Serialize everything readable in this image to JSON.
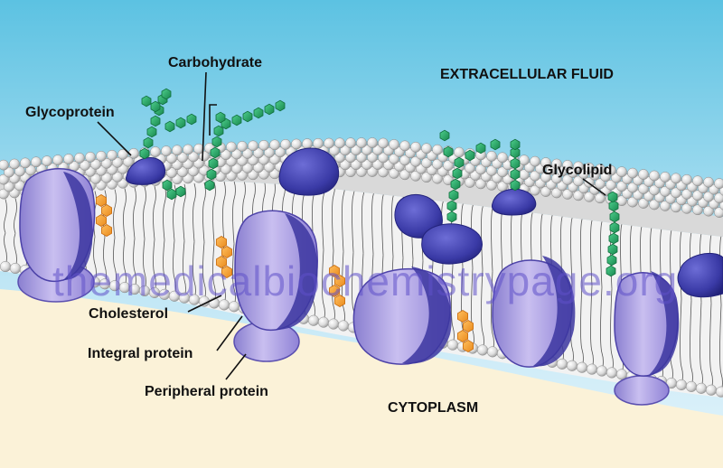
{
  "labels": {
    "carbohydrate": "Carbohydrate",
    "glycoprotein": "Glycoprotein",
    "extracellular_fluid": "EXTRACELLULAR FLUID",
    "glycolipid": "Glycolipid",
    "cholesterol": "Cholesterol",
    "integral_protein": "Integral protein",
    "peripheral_protein": "Peripheral protein",
    "cytoplasm": "CYTOPLASM"
  },
  "watermark": "themedicalbiochemistrypage.org",
  "colors": {
    "extracellular_top": "#6ec9e6",
    "extracellular_bottom": "#d6f0fa",
    "cytoplasm": "#fbf3dc",
    "phospholipid_head": "#e8e8e8",
    "protein_dark": "#3a3aa0",
    "protein_light": "#b3a5e0",
    "carbohydrate": "#2fa86a",
    "cholesterol": "#f5a23a"
  }
}
